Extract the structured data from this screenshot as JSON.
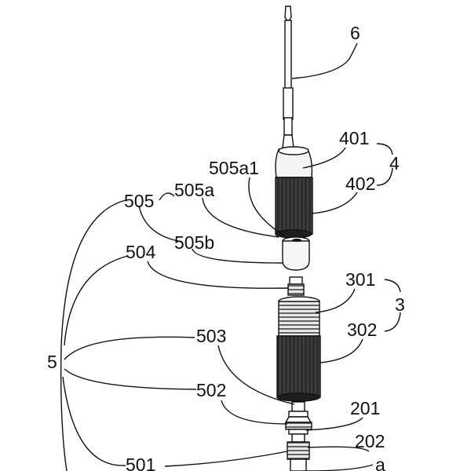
{
  "labels": {
    "l6": "6",
    "l401": "401",
    "l4": "4",
    "l402": "402",
    "l505a1": "505a1",
    "l505": "505",
    "l505a": "505a",
    "l505b": "505b",
    "l504": "504",
    "l301": "301",
    "l3": "3",
    "l302": "302",
    "l503": "503",
    "l5": "5",
    "l502": "502",
    "l201": "201",
    "l202": "202",
    "l501": "501",
    "la": "a"
  },
  "colors": {
    "line": "#111111",
    "dark_part": "#2b2b2b",
    "light_part": "#f2f2f2",
    "background": "#ffffff"
  }
}
